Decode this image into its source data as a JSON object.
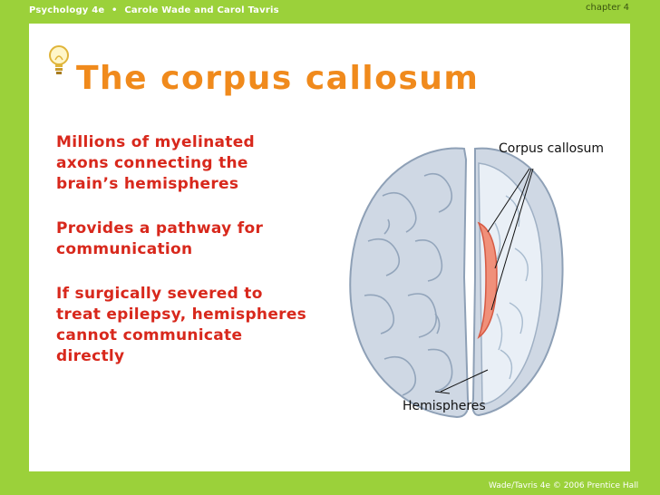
{
  "header": {
    "book": "Psychology 4e",
    "separator": "•",
    "authors": "Carole Wade and Carol Tavris",
    "chapter": "chapter 4"
  },
  "slide": {
    "title": "The corpus callosum",
    "bullets": [
      "Millions of myelinated axons connecting the brain’s hemispheres",
      "Provides a pathway for communication",
      "If surgically severed to treat epilepsy, hemispheres cannot communicate directly"
    ]
  },
  "figure": {
    "label_corpus_callosum": "Corpus callosum",
    "label_hemispheres": "Hemispheres"
  },
  "footer": {
    "copyright": "Wade/Tavris 4e © 2006 Prentice Hall"
  },
  "colors": {
    "background": "#9bd13a",
    "title": "#f08a1c",
    "bullet_text": "#d8281c",
    "corpus_callosum": "#f0907a",
    "brain_tissue": "#c8d6e2"
  },
  "icons": {
    "bulb": "lightbulb-icon"
  }
}
